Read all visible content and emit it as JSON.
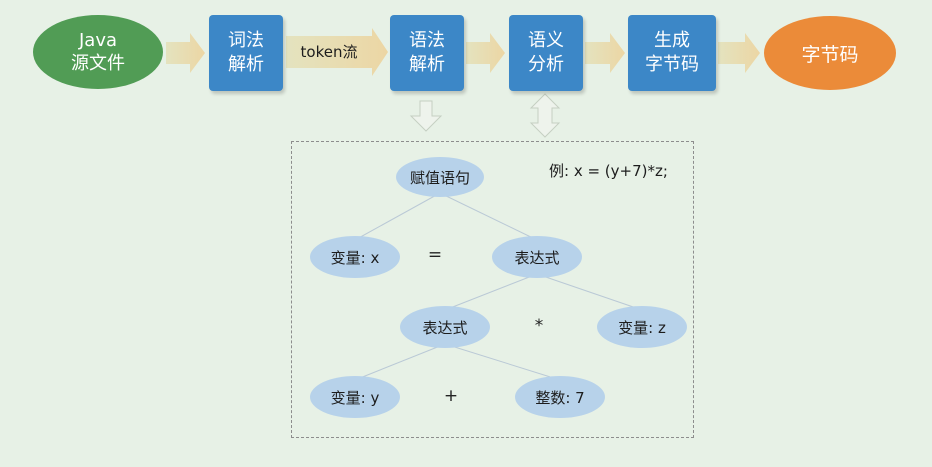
{
  "pipeline": {
    "source_line1": "Java",
    "source_line2": "源文件",
    "lexical_line1": "词法",
    "lexical_line2": "解析",
    "token_label": "token流",
    "syntax_line1": "语法",
    "syntax_line2": "解析",
    "semantic_line1": "语义",
    "semantic_line2": "分析",
    "gen_line1": "生成",
    "gen_line2": "字节码",
    "bytecode": "字节码"
  },
  "example": "例: x = (y+7)*z;",
  "tree": {
    "root": "赋值语句",
    "var_x": "变量: x",
    "eq": "=",
    "expr1": "表达式",
    "expr2": "表达式",
    "mul": "*",
    "var_z": "变量: z",
    "var_y": "变量: y",
    "plus": "+",
    "int7": "整数: 7"
  },
  "colors": {
    "background": "#e7f1e6",
    "box_blue": "#3c87c7",
    "source_green": "#519c55",
    "bytecode_orange": "#eb8b39",
    "tree_node": "#b7d2ea",
    "arrow": "#e8d9a8"
  }
}
